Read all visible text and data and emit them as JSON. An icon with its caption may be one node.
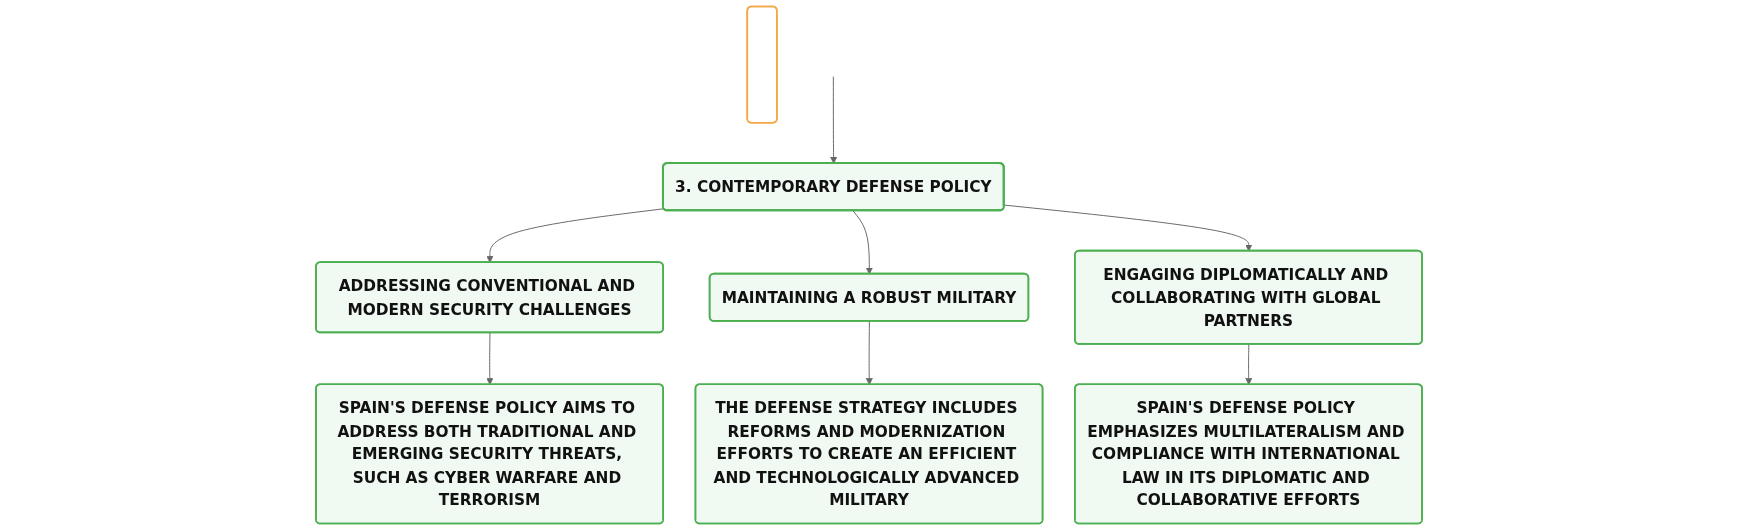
{
  "diagram": {
    "nodes": [
      {
        "text": [
          "3. CONTEMPORARY DEFENSE POLICY"
        ]
      },
      {
        "text": [
          "ADDRESSING CONVENTIONAL AND MODERN SECURITY CHALLENGES"
        ]
      },
      {
        "text": [
          "MAINTAINING A ROBUST MILITARY"
        ]
      },
      {
        "text": [
          "ENGAGING DIPLOMATICALLY AND COLLABORATING WITH GLOBAL PARTNERS"
        ]
      },
      {
        "text": [
          "SPAIN'S DEFENSE POLICY AIMS TO ADDRESS BOTH TRADITIONAL AND EMERGING SECURITY THREATS, SUCH AS CYBER WARFARE AND TERRORISM"
        ]
      },
      {
        "text": [
          "THE DEFENSE STRATEGY INCLUDES REFORMS AND MODERNIZATION EFFORTS TO CREATE AN EFFICIENT AND TECHNOLOGICALLY ADVANCED MILITARY"
        ]
      },
      {
        "text": [
          "SPAIN'S DEFENSE POLICY EMPHASIZES MULTILATERALISM AND COMPLIANCE WITH INTERNATIONAL LAW IN ITS DIPLOMATIC AND COLLABORATIVE EFFORTS"
        ]
      },
      {
        "text": [],
        "shape": "box"
      }
    ],
    "edges": [
      {
        "from": null,
        "to": 0,
        "arrow": "to"
      },
      {
        "from": 0,
        "to": 1,
        "arrow": "to"
      },
      {
        "from": 0,
        "to": 2,
        "arrow": "to"
      },
      {
        "from": 0,
        "to": 3,
        "arrow": "to"
      },
      {
        "from": 1,
        "to": 4,
        "arrow": "to"
      },
      {
        "from": 2,
        "to": 5,
        "arrow": "to"
      },
      {
        "from": 3,
        "to": 6,
        "arrow": "to"
      }
    ]
  }
}
